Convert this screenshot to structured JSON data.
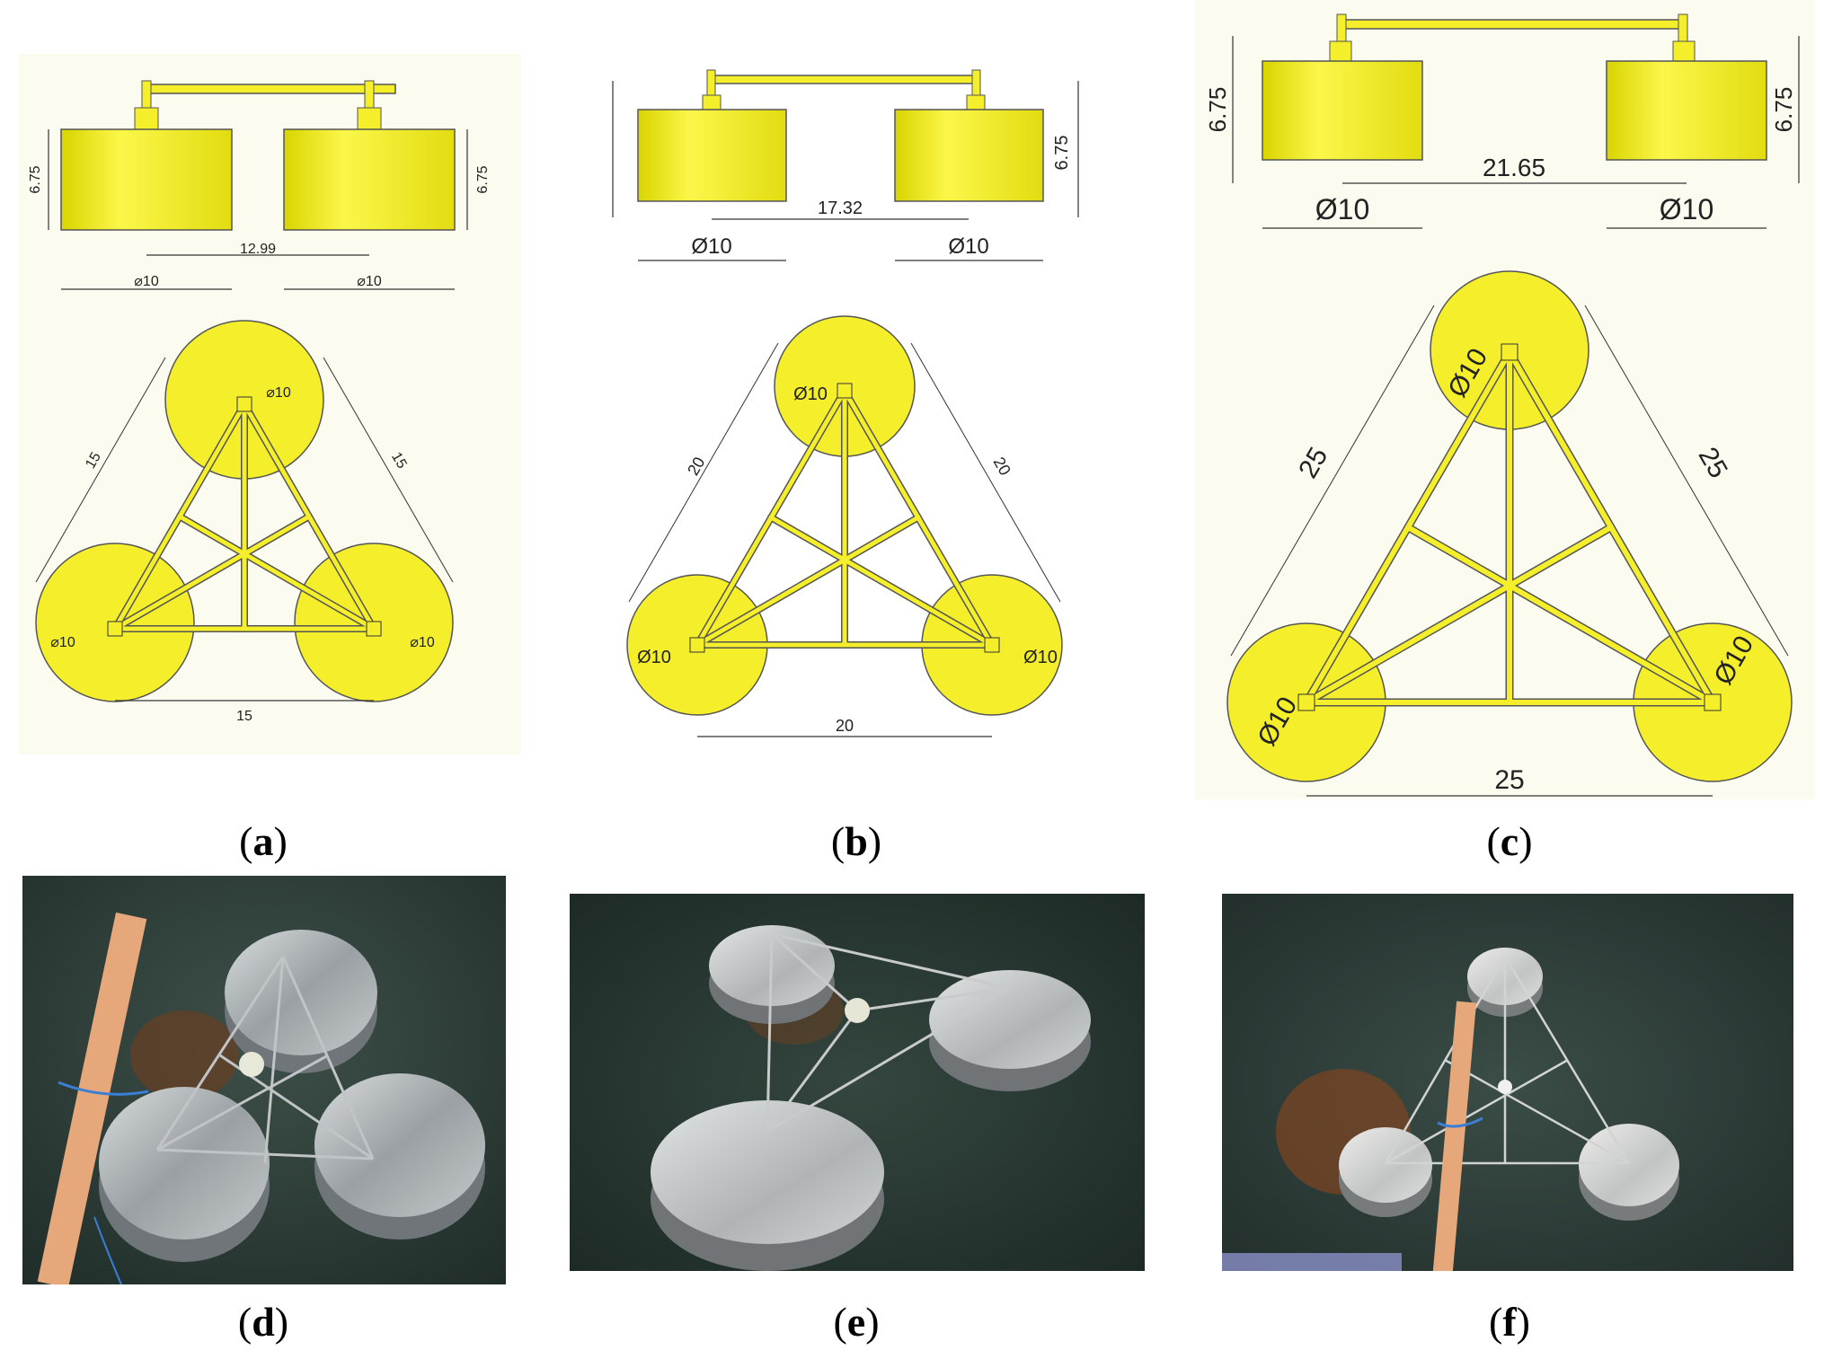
{
  "panels": [
    {
      "id": "a",
      "caption": "a",
      "height_label": "6.75",
      "spacing_label": "12.99",
      "diameter_label": "⌀10",
      "side_label": "15"
    },
    {
      "id": "b",
      "caption": "b",
      "height_label": "6.75",
      "spacing_label": "17.32",
      "diameter_label": "Ø10",
      "side_label": "20"
    },
    {
      "id": "c",
      "caption": "c",
      "height_label": "6.75",
      "spacing_label": "21.65",
      "diameter_label": "Ø10",
      "side_label": "25"
    }
  ],
  "photos": [
    {
      "id": "d",
      "caption": "d"
    },
    {
      "id": "e",
      "caption": "e"
    },
    {
      "id": "f",
      "caption": "f"
    }
  ],
  "colors": {
    "float_yellow": "#f4ef2a",
    "float_shade": "#c9c400",
    "stroke": "#444444",
    "drawing_bg": "#fbfbf0",
    "water_dark": "#2b3b36",
    "steel": "#b8bcbe"
  }
}
